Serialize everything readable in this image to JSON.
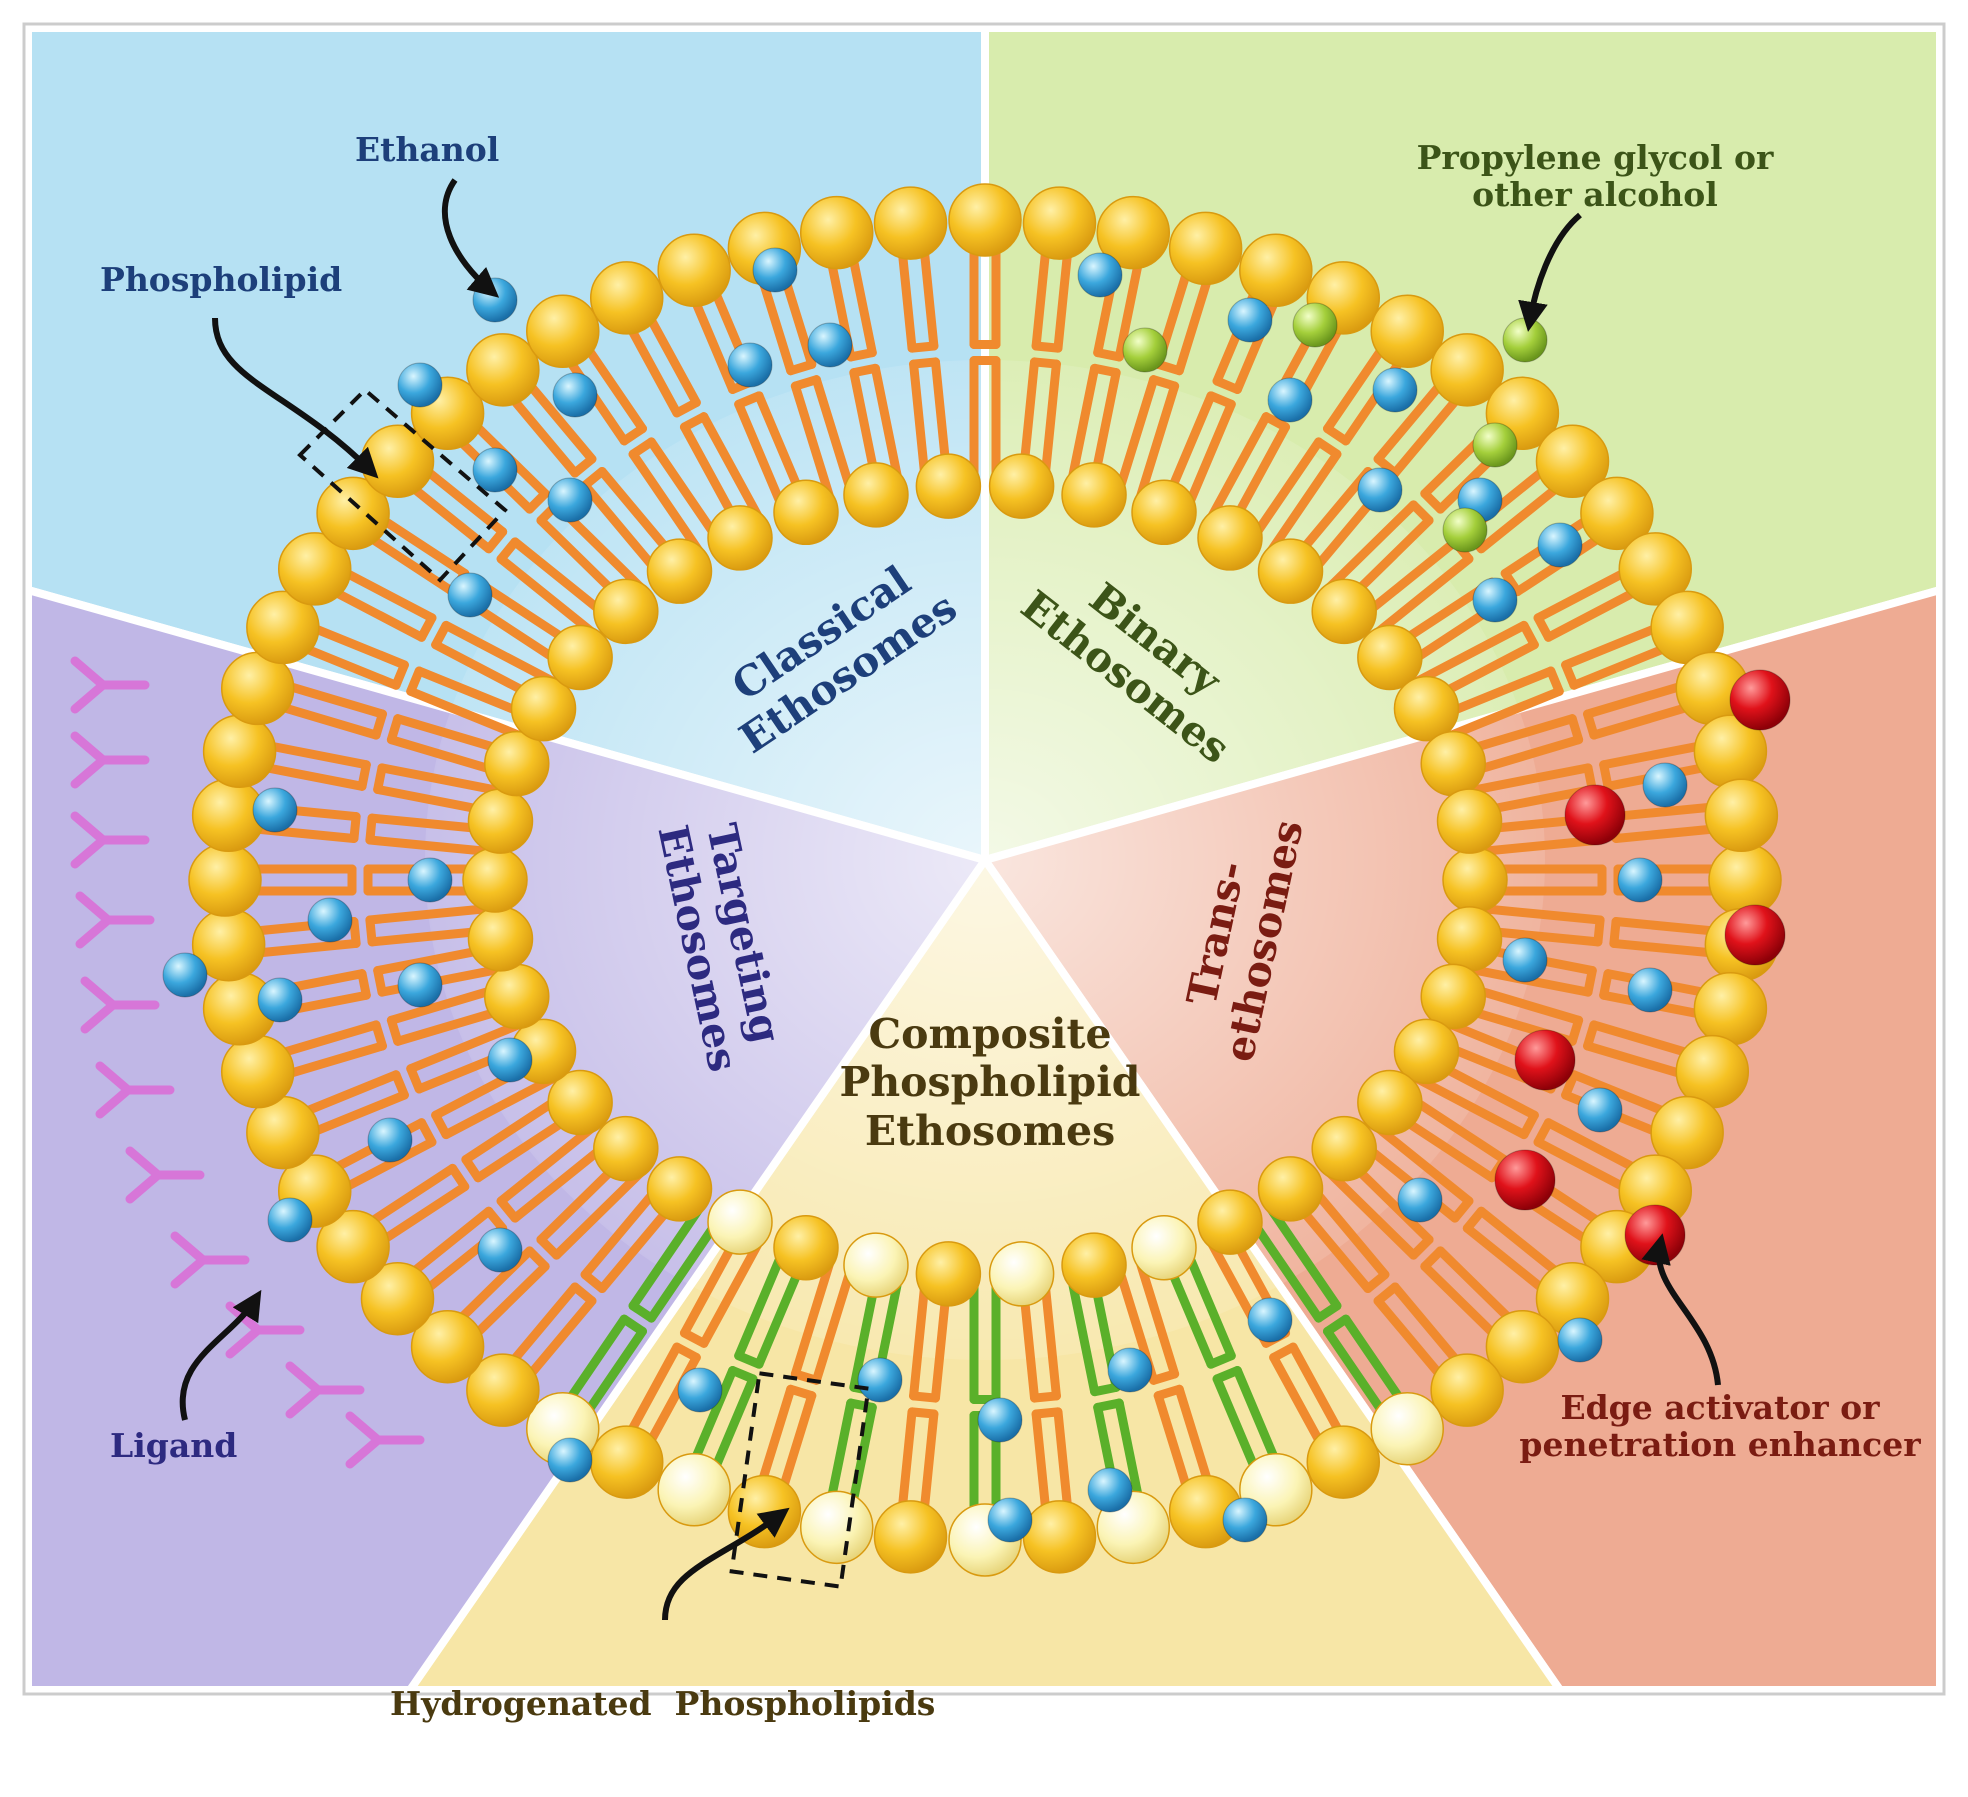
{
  "sectors": {
    "classical": {
      "line1": "Classical",
      "line2": "Ethosomes",
      "color": "#1d3f7a",
      "bg": "#b6e1f3"
    },
    "binary": {
      "line1": "Binary",
      "line2": "Ethosomes",
      "color": "#3c5418",
      "bg": "#d8ecad"
    },
    "trans": {
      "line1": "Trans-",
      "line2": "ethosomes",
      "color": "#7a1c12",
      "bg": "#eeab93"
    },
    "composite": {
      "line1": "Composite",
      "line2": "Phospholipid",
      "line3": "Ethosomes",
      "color": "#4a3a10",
      "bg": "#f7e6a6"
    },
    "targeting": {
      "line1": "Targeting",
      "line2": "Ethosomes",
      "color": "#2d2a80",
      "bg": "#c0b7e6"
    }
  },
  "pointer_labels": {
    "ethanol": {
      "text": "Ethanol",
      "color": "#1d3f7a"
    },
    "phospholipid": {
      "text": "Phospholipid",
      "color": "#1d3f7a"
    },
    "propylene": {
      "line1": "Propylene glycol or",
      "line2": "other alcohol",
      "color": "#3c5418"
    },
    "edge_activator": {
      "line1": "Edge activator or",
      "line2": "penetration enhancer",
      "color": "#7a1c12"
    },
    "hydrogenated": {
      "text": "Hydrogenated  Phospholipids",
      "color": "#4a3a10"
    },
    "ligand": {
      "text": "Ligand",
      "color": "#2d2a80"
    }
  },
  "palette": {
    "lipid_head": "#f6c223",
    "lipid_head_edge": "#d99a10",
    "lipid_tail": "#f08a2e",
    "hydrogenated_head": "#fbf4b5",
    "hydrogenated_tail": "#5ab02a",
    "ethanol": "#3ba7dd",
    "propylene_glycol": "#a4cf3b",
    "edge_activator": "#e0121a",
    "ligand": "#d776d8"
  }
}
